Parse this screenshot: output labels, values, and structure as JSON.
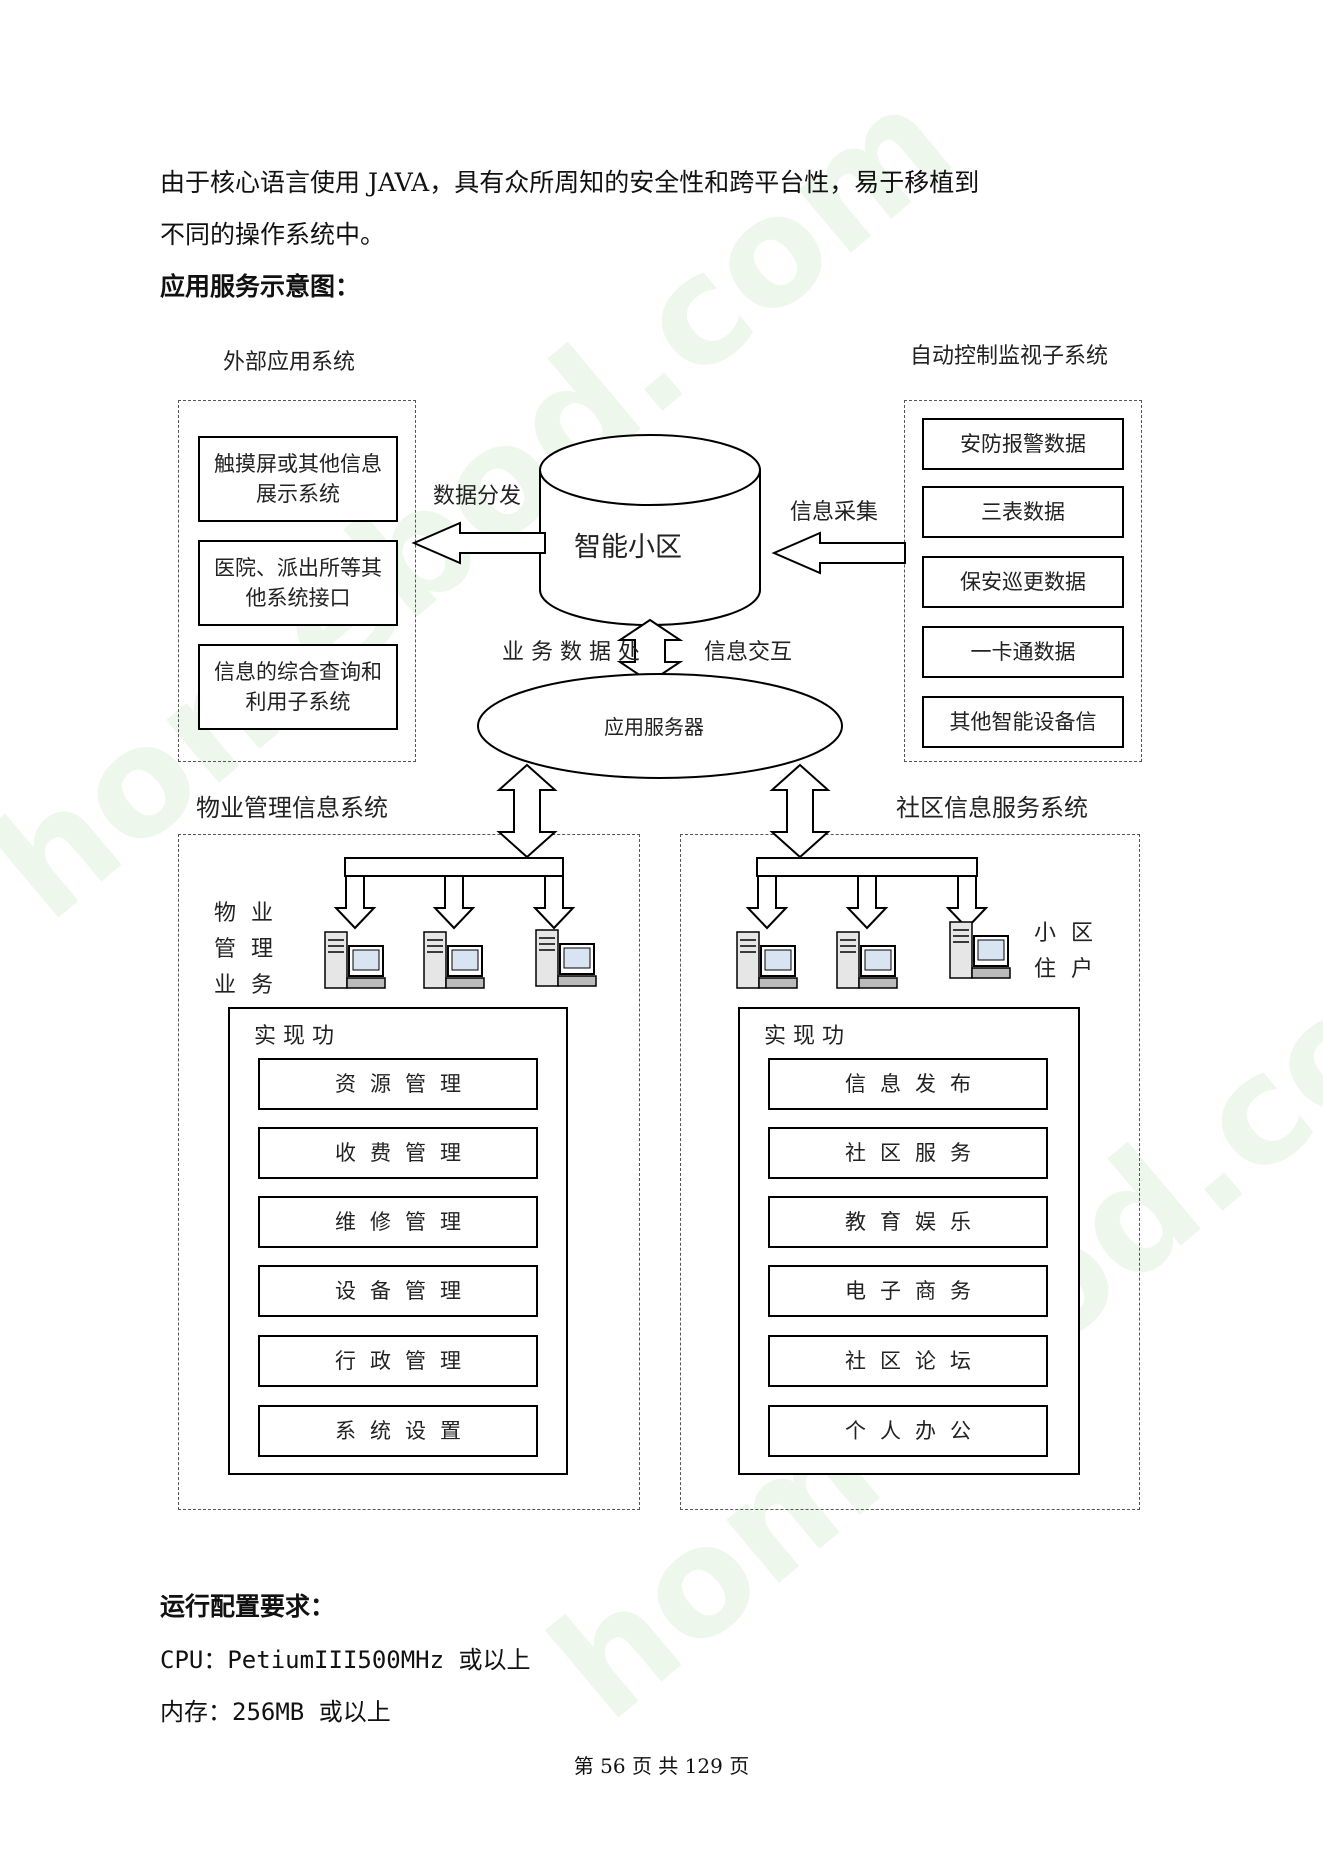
{
  "paragraphs": {
    "line1": "由于核心语言使用 JAVA，具有众所周知的安全性和跨平台性，易于移植到",
    "line2": "不同的操作系统中。",
    "heading1": "应用服务示意图：",
    "heading2": "运行配置要求：",
    "cpu": "CPU：PetiumIII500MHz 或以上",
    "memory": "内存：256MB 或以上"
  },
  "diagram": {
    "external_title": "外部应用系统",
    "external_items": [
      "触摸屏或其他信息展示系统",
      "医院、派出所等其他系统接口",
      "信息的综合查询和利用子系统"
    ],
    "auto_title": "自动控制监视子系统",
    "auto_items": [
      "安防报警数据",
      "三表数据",
      "保安巡更数据",
      "一卡通数据",
      "其他智能设备信"
    ],
    "center_db": "智能小区",
    "data_distribute": "数据分发",
    "info_collect": "信息采集",
    "business_data": "业 务 数 据 处",
    "info_exchange": "信息交互",
    "app_server": "应用服务器",
    "property_title": "物业管理信息系统",
    "property_business": "物 业 管 理 业 务",
    "property_func_title": "实 现 功",
    "property_items": [
      "资源管理",
      "收费管理",
      "维修管理",
      "设备管理",
      "行政管理",
      "系统设置"
    ],
    "community_title": "社区信息服务系统",
    "residents": "小 区 住 户",
    "community_func_title": "实 现 功",
    "community_items": [
      "信息发布",
      "社区服务",
      "教育娱乐",
      "电子商务",
      "社区论坛",
      "个人办公"
    ]
  },
  "footer": "第 56 页 共 129 页",
  "watermark": "homebod.com"
}
